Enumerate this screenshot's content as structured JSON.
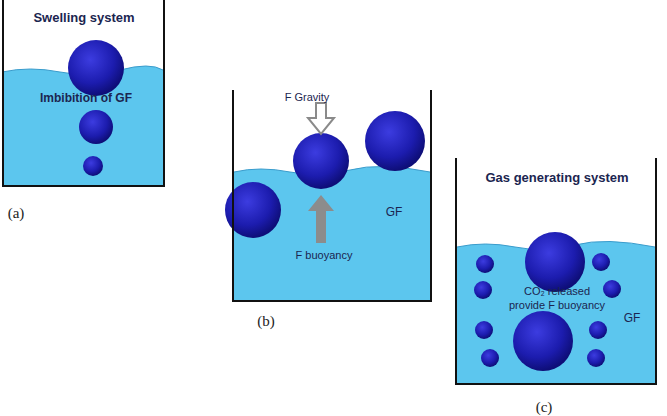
{
  "diagram": {
    "nodes": [
      {
        "text": [
          "Swelling system",
          "Imbibition of GF"
        ]
      },
      {
        "text": [
          "F Gravity",
          "F buoyancy",
          "GF"
        ]
      },
      {
        "text": [
          "Gas generating system",
          "CO₂ released provide F buoyancy",
          "GF"
        ]
      }
    ],
    "labels": [
      "(a)",
      "(b)",
      "(c)"
    ]
  }
}
